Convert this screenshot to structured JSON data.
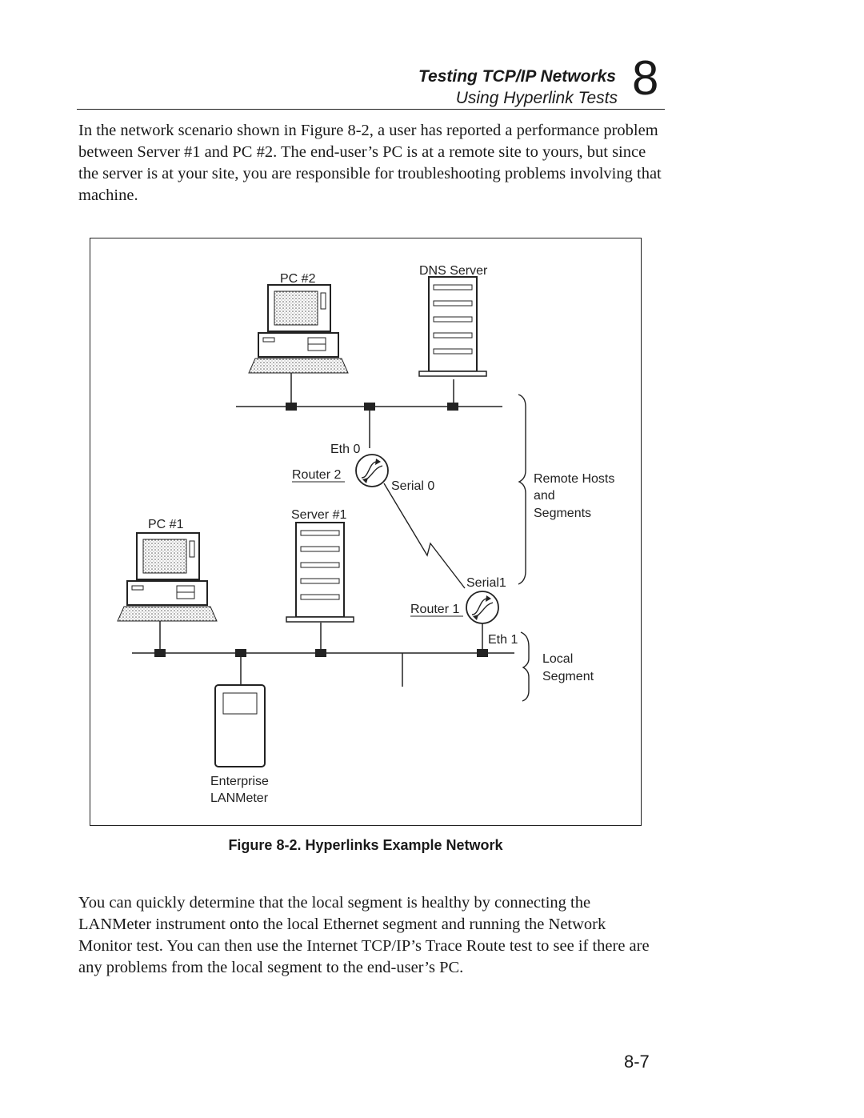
{
  "header": {
    "title": "Testing TCP/IP Networks",
    "subtitle": "Using Hyperlink Tests",
    "chapter": "8"
  },
  "paragraphs": {
    "intro": "In the network scenario shown in Figure 8-2, a user has reported a performance problem between Server #1 and PC #2. The end-user’s PC is at a remote site to yours, but since the server is at your site, you are responsible for troubleshooting problems involving that machine.",
    "conclusion": "You can quickly determine that the local segment is healthy by connecting the LANMeter instrument onto the local Ethernet segment and running the Network Monitor test. You can then use the Internet TCP/IP’s Trace Route test to see if there are any problems from the local segment to the end-user’s PC."
  },
  "figure": {
    "caption": "Figure 8-2.  Hyperlinks Example Network",
    "labels": {
      "pc2": "PC #2",
      "dns_server": "DNS Server",
      "eth0": "Eth 0",
      "router2": "Router 2",
      "serial0": "Serial 0",
      "server1": "Server #1",
      "pc1": "PC #1",
      "remote_hosts": "Remote Hosts",
      "and": "and",
      "segments": "Segments",
      "serial1": "Serial1",
      "router1": "Router 1",
      "eth1": "Eth 1",
      "local": "Local",
      "segment": "Segment",
      "enterprise": "Enterprise",
      "lanmeter": "LANMeter"
    }
  },
  "page_number": "8-7"
}
